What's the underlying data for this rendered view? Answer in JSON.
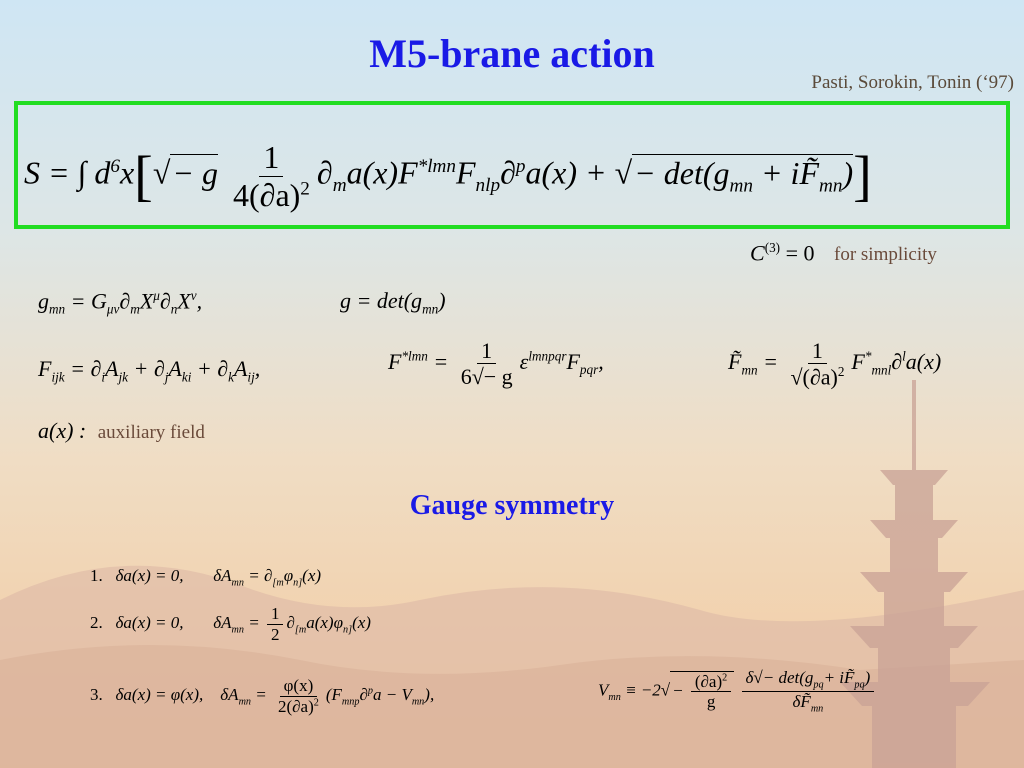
{
  "slide": {
    "title": "M5-brane action",
    "credit": "Pasti, Sorokin, Tonin (‘97)",
    "action": {
      "lhs": "S = ∫ d",
      "d_power": "6",
      "x": "x",
      "bracket_open": "[",
      "sqrt_g": "− g",
      "frac_num": "1",
      "frac_den": "4(∂a)",
      "frac_den_power": "2",
      "term1": "∂",
      "term1_sub_m": "m",
      "term1_rest": "a(x)F",
      "term1_sup": "*lmn",
      "term1_F": "F",
      "term1_F_sub": "nlp",
      "term1_d": "∂",
      "term1_d_sup": "p",
      "term1_end": "a(x) +",
      "sqrt2": "− det(g",
      "sqrt2_sub": "mn",
      "sqrt2_mid": "+ iF̃",
      "sqrt2_sub2": "mn",
      "sqrt2_end": ")",
      "bracket_close": "]"
    },
    "simplicity": {
      "lhs": "C",
      "sup": "(3)",
      "rhs": "= 0",
      "note": "for simplicity"
    },
    "defs": {
      "gmn_lhs": "g",
      "gmn_lhs_sub": "mn",
      "gmn_rhs": "= G",
      "gmn_rhs_sub": "μν",
      "gmn_rhs2": "∂",
      "gmn_rhs2_sub": "m",
      "gmn_X1": "X",
      "gmn_X1_sup": "μ",
      "gmn_rhs3": "∂",
      "gmn_rhs3_sub": "n",
      "gmn_X2": "X",
      "gmn_X2_sup": "ν",
      "gmn_comma": ",",
      "g_lhs": "g = det(g",
      "g_sub": "mn",
      "g_end": ")",
      "F_lhs": "F",
      "F_lhs_sub": "ijk",
      "F_rhs": "= ∂",
      "F_rhs_1": "A",
      "F_rhs_1_sub_i": "i",
      "F_rhs_1_sub": "jk",
      "F_rhs_2": "+ ∂",
      "F_rhs_2_sub_j": "j",
      "F_rhs_2A": "A",
      "F_rhs_2_sub": "ki",
      "F_rhs_3": "+ ∂",
      "F_rhs_3_sub_k": "k",
      "F_rhs_3A": "A",
      "F_rhs_3_sub": "ij",
      "F_comma": ",",
      "Fstar_lhs": "F",
      "Fstar_sup": "*lmn",
      "Fstar_eq": "=",
      "Fstar_num": "1",
      "Fstar_den": "6√− g",
      "Fstar_eps": "ε",
      "Fstar_eps_sup": "lmnpqr",
      "Fstar_F": "F",
      "Fstar_F_sub": "pqr",
      "Fstar_comma": ",",
      "Ftilde_lhs": "F̃",
      "Ftilde_sub": "mn",
      "Ftilde_eq": "=",
      "Ftilde_num": "1",
      "Ftilde_den": "√(∂a)",
      "Ftilde_den_sup": "2",
      "Ftilde_F": "F",
      "Ftilde_F_sup": "*",
      "Ftilde_F_sub": "mnl",
      "Ftilde_d": "∂",
      "Ftilde_d_sup": "l",
      "Ftilde_end": "a(x)",
      "aux_lhs": "a(x) :",
      "aux_note": "auxiliary field"
    },
    "gauge": {
      "heading": "Gauge symmetry",
      "items": [
        {
          "num": "1.",
          "da": "δa(x) = 0,",
          "dA": "δA",
          "dA_sub": "mn",
          "rhs": "= ∂",
          "rhs_sub": "[m",
          "rhs2": "φ",
          "rhs2_sub": "n]",
          "rhs3": "(x)"
        },
        {
          "num": "2.",
          "da": "δa(x) = 0,",
          "dA": "δA",
          "dA_sub": "mn",
          "rhs": "=",
          "frac_num": "1",
          "frac_den": "2",
          "rhs2": "∂",
          "rhs2_sub": "[m",
          "rhs3": "a(x)φ",
          "rhs3_sub": "n]",
          "rhs4": "(x)"
        },
        {
          "num": "3.",
          "da": "δa(x) = φ(x),",
          "dA": "δA",
          "dA_sub": "mn",
          "rhs": "=",
          "frac_num": "φ(x)",
          "frac_den": "2(∂a)",
          "frac_den_sup": "2",
          "paren": "(F",
          "paren_sub": "mnp",
          "paren_d": "∂",
          "paren_d_sup": "p",
          "paren_mid": "a − V",
          "paren_mid_sub": "mn",
          "paren_end": "),",
          "V_lhs": "V",
          "V_sub": "mn",
          "V_eq": "≡ −2",
          "V_sqrt_num": "(∂a)",
          "V_sqrt_num_sup": "2",
          "V_sqrt_den": "g",
          "V_sqrt_prefix": "−",
          "V_frac_num": "δ√− det(g",
          "V_frac_num_sub": "pq",
          "V_frac_num_mid": "+ iF̃",
          "V_frac_num_sub2": "pq",
          "V_frac_num_end": ")",
          "V_frac_den": "δF̃",
          "V_frac_den_sub": "mn"
        }
      ]
    }
  }
}
